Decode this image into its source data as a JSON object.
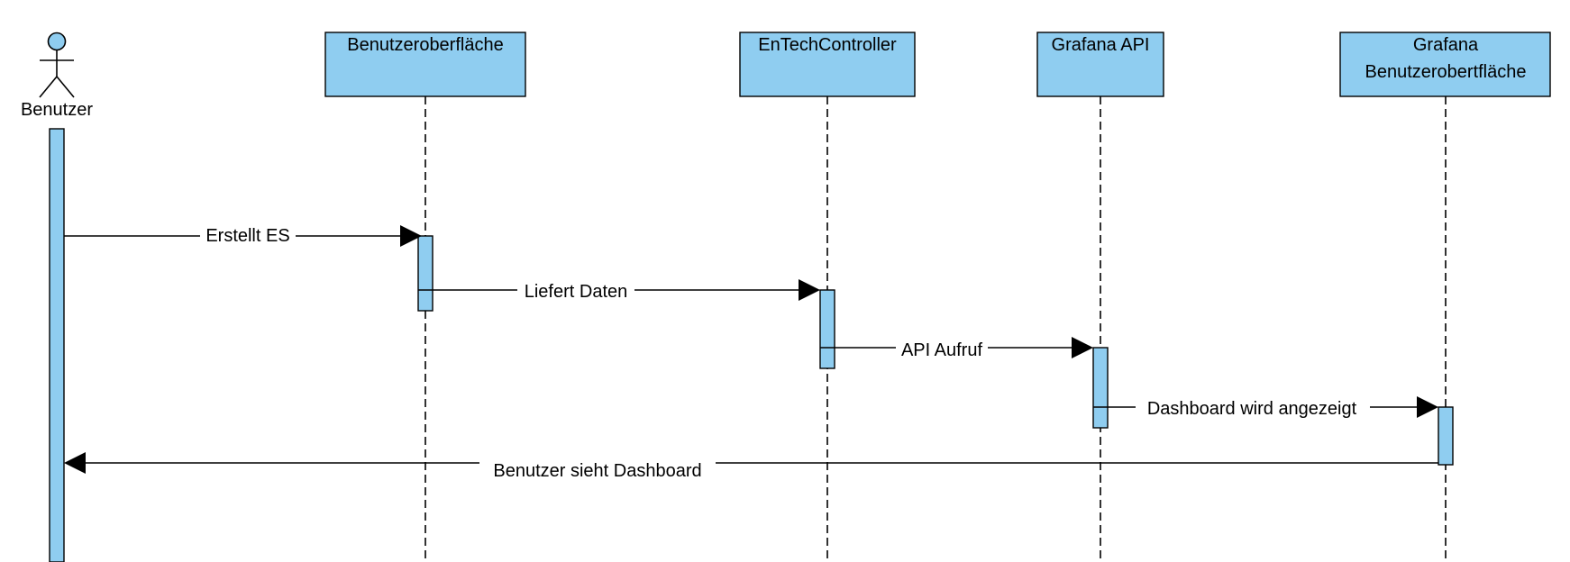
{
  "colors": {
    "fill": "#8fcdf0",
    "stroke": "#000000",
    "background": "#ffffff"
  },
  "actor": {
    "label": "Benutzer",
    "icon": "stick-figure-icon"
  },
  "participants": [
    {
      "id": "ui",
      "label": "Benutzeroberfläche"
    },
    {
      "id": "controller",
      "label": "EnTechController"
    },
    {
      "id": "grafana-api",
      "label": "Grafana API"
    },
    {
      "id": "grafana-ui",
      "label": "Grafana Benutzerobertfläche",
      "lines": [
        "Grafana",
        "Benutzerobertfläche"
      ]
    }
  ],
  "messages": [
    {
      "from": "Benutzer",
      "to": "Benutzeroberfläche",
      "label": "Erstellt ES"
    },
    {
      "from": "Benutzeroberfläche",
      "to": "EnTechController",
      "label": "Liefert Daten"
    },
    {
      "from": "EnTechController",
      "to": "Grafana API",
      "label": "API Aufruf"
    },
    {
      "from": "Grafana API",
      "to": "Grafana Benutzerobertfläche",
      "label": "Dashboard wird angezeigt"
    },
    {
      "from": "Grafana Benutzerobertfläche",
      "to": "Benutzer",
      "label": "Benutzer sieht Dashboard"
    }
  ]
}
